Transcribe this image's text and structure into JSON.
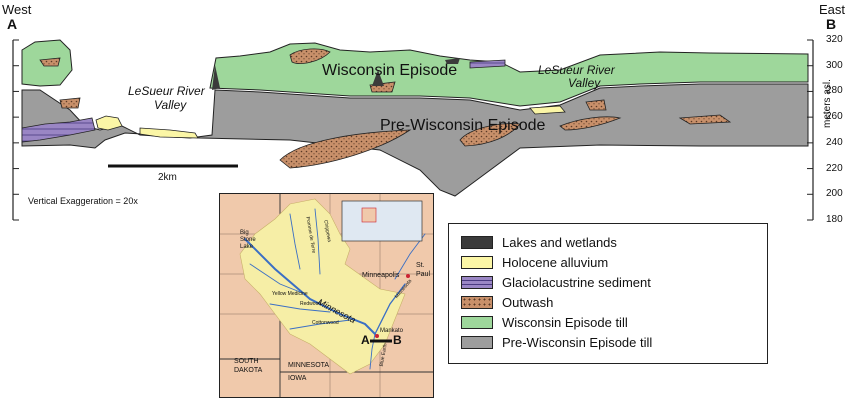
{
  "section": {
    "west_label": "West",
    "east_label": "East",
    "end_a": "A",
    "end_b": "B",
    "unit_label": "meters asl.",
    "axis_ticks": [
      "320",
      "300",
      "280",
      "260",
      "240",
      "220",
      "200",
      "180"
    ],
    "unit_ticks": [
      320,
      300,
      280,
      260,
      240,
      220,
      200,
      180
    ],
    "scale_bar_label": "2km",
    "exaggeration": "Vertical Exaggeration = 20x",
    "valley_label_1": [
      "LeSueur River",
      "Valley"
    ],
    "valley_label_2": [
      "LeSueur River",
      "Valley"
    ],
    "wisconsin_label": "Wisconsin Episode",
    "pre_wisconsin_label": "Pre-Wisconsin Episode"
  },
  "legend": {
    "items": [
      {
        "label": "Lakes and wetlands",
        "color": "#3b3b3b"
      },
      {
        "label": "Holocene alluvium",
        "color": "#fbf6a6"
      },
      {
        "label": "Glaciolacustrine sediment",
        "color": "#9a86c4"
      },
      {
        "label": "Outwash",
        "color": "#c8906a"
      },
      {
        "label": "Wisconsin Episode till",
        "color": "#9ed79b"
      },
      {
        "label": "Pre-Wisconsin Episode till",
        "color": "#9d9d9d"
      }
    ]
  },
  "map": {
    "minnesota_river": "Minnesota",
    "big_stone_lake": [
      "Big",
      "Stone",
      "Lake"
    ],
    "minneapolis": "Minneapolis",
    "st_paul": [
      "St.",
      "Paul"
    ],
    "mankato": "Mankato",
    "mark_a": "A",
    "mark_b": "B",
    "states": {
      "sd_1": "SOUTH",
      "sd_2": "DAKOTA",
      "mn": "MINNESOTA",
      "ia": "IOWA"
    },
    "tributaries": [
      "Pomme de Terre",
      "Chippewa",
      "Redwood",
      "Cottonwood",
      "Blue Earth",
      "Yellow Medicine",
      "Minnesota"
    ]
  },
  "colors": {
    "land": "#f0c9ab",
    "basin": "#f6eea6",
    "river": "#3b6fc4",
    "pre_wisconsin": "#9d9d9d",
    "wisconsin": "#9ed79b",
    "outwash": "#c8906a",
    "glaciolacustrine": "#9a86c4",
    "alluvium": "#fbf6a6",
    "lakes": "#3b3b3b"
  }
}
